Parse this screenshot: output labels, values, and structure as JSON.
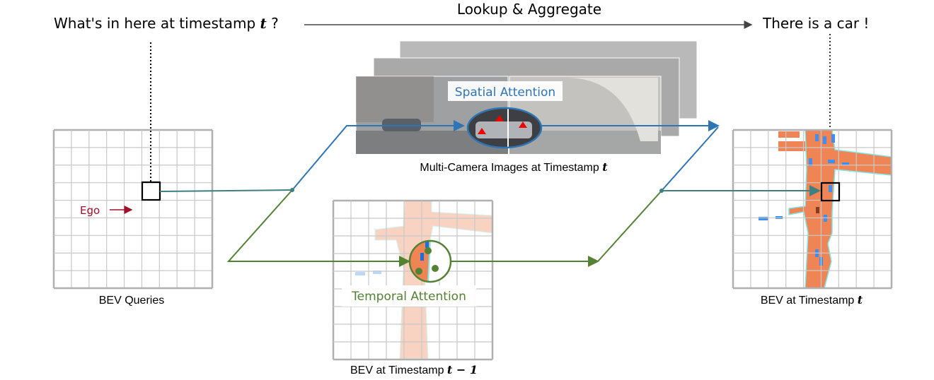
{
  "question": {
    "text": "What's in here at timestamp ",
    "var": "t",
    "tail": " ?"
  },
  "process_label": "Lookup & Aggregate",
  "answer": "There is a car !",
  "ego_label": "Ego",
  "spatial_attention": "Spatial Attention",
  "temporal_attention": "Temporal Attention",
  "captions": {
    "bev_queries": "BEV Queries",
    "cameras": "Multi-Camera Images at Timestamp ",
    "cameras_var": "t",
    "bev_prev": "BEV at Timestamp ",
    "bev_prev_var": "t − 1",
    "bev_now": "BEV at Timestamp ",
    "bev_now_var": "t"
  },
  "colors": {
    "blue": "#2e75b6",
    "green": "#548235",
    "teal": "#3f7f80",
    "road": "#ef8454",
    "car": "#3f8ff0",
    "ego_red": "#a0102a"
  }
}
